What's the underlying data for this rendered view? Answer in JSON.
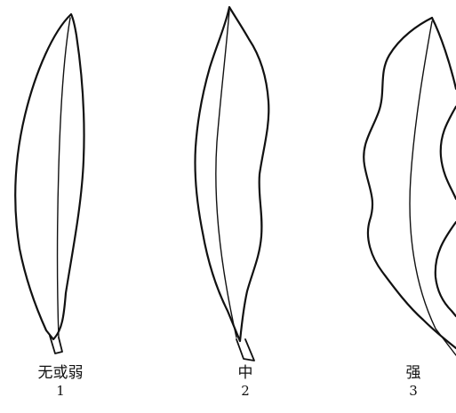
{
  "figure": {
    "leaves": [
      {
        "label": "无或弱",
        "number": "1"
      },
      {
        "label": "中",
        "number": "2"
      },
      {
        "label": "强",
        "number": "3"
      }
    ]
  }
}
